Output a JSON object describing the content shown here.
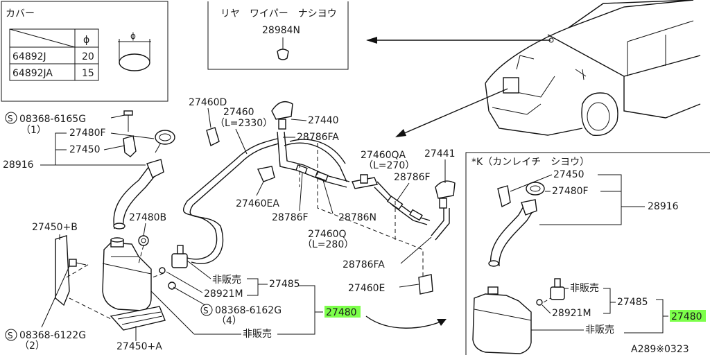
{
  "cover_table": {
    "title": "カバー",
    "header_symbol": "ϕ",
    "rows": [
      {
        "part": "64892J",
        "dia": "20"
      },
      {
        "part": "64892JA",
        "dia": "15"
      }
    ],
    "cap_symbol": "ϕ"
  },
  "rear_wiper_box": {
    "title": "リヤ　ワイパー　ナシヨウ",
    "part": "28984N"
  },
  "inset": {
    "title": "*K（カンレイチ　シヨウ）",
    "labels": {
      "p27450": "27450",
      "p27480F": "27480F",
      "p28916": "28916",
      "hanbai": "非販売",
      "p27485": "27485",
      "p28921M": "28921M",
      "p27480": "27480",
      "hanbai2": "非販売"
    }
  },
  "labels": {
    "s08368_6165G": "08368-6165G",
    "qty1": "（1）",
    "p27480F": "27480F",
    "p27450": "27450",
    "p28916": "28916",
    "p27460D": "27460D",
    "p27460": "27460",
    "l2330": "（L=2330）",
    "p27440": "27440",
    "p28786FA_top": "28786FA",
    "p27460QA": "27460QA",
    "l270": "（L=270）",
    "p27441": "27441",
    "p28786F_right": "28786F",
    "p27460EA": "27460EA",
    "p28786F": "28786F",
    "p28786N": "28786N",
    "p27460Q": "27460Q",
    "l280": "（L=280）",
    "p28786FA": "28786FA",
    "p27480B": "27480B",
    "p27450B": "27450+B",
    "hanbai1": "非販売",
    "p27485": "27485",
    "p28921M": "28921M",
    "p27460E": "27460E",
    "s08368_6162G": "08368-6162G",
    "qty4": "（4）",
    "p27480": "27480",
    "s08368_6122G": "08368-6122G",
    "qty2": "（2）",
    "hanbai2": "非販売",
    "p27450A": "27450+A",
    "s_mark": "S",
    "code": "A289※0323"
  },
  "colors": {
    "highlight": "#7cff4a",
    "line": "#111111",
    "background": "#ffffff"
  }
}
